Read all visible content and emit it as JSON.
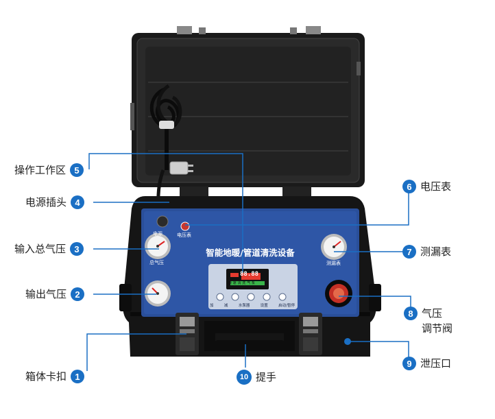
{
  "device": {
    "panel_title": "智能地暖/管道清洗设备",
    "gauge_labels": {
      "power": "电源",
      "voltmeter": "电压表",
      "total_pressure": "总气压",
      "leak_meter": "测漏表"
    },
    "display_readout": "88.88",
    "display_tags": [
      "快 速",
      "清 洗",
      "气 泵"
    ],
    "button_labels": [
      "加",
      "减",
      "水泵器",
      "设置",
      "启动/暂停"
    ]
  },
  "callouts": [
    {
      "number": "1",
      "label": "箱体卡扣"
    },
    {
      "number": "2",
      "label": "输出气压"
    },
    {
      "number": "3",
      "label": "输入总气压"
    },
    {
      "number": "4",
      "label": "电源插头"
    },
    {
      "number": "5",
      "label": "操作工作区"
    },
    {
      "number": "6",
      "label": "电压表"
    },
    {
      "number": "7",
      "label": "测漏表"
    },
    {
      "number": "8",
      "label_line1": "气压",
      "label_line2": "调节阀"
    },
    {
      "number": "9",
      "label": "泄压口"
    },
    {
      "number": "10",
      "label": "提手"
    }
  ],
  "colors": {
    "accent": "#1a6fc4",
    "panel": "#2a4f9a",
    "case": "#151515"
  }
}
